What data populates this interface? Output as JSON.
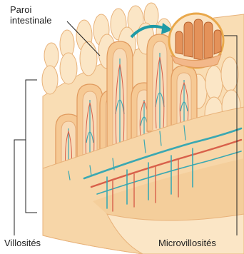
{
  "labels": {
    "paroi_line1": "Paroi",
    "paroi_line2": "intestinale",
    "villosites": "Villosités",
    "microvillosites": "Microvillosités"
  },
  "colors": {
    "tissue_fill": "#f6cf9b",
    "tissue_light": "#fbe3c2",
    "tissue_edge": "#e5a86c",
    "villus_inner": "#f3b88a",
    "capillary_blue": "#3aa8b2",
    "capillary_red": "#d8604a",
    "magnifier_ring": "#e9a84b",
    "arrow_teal": "#1f9aa6",
    "leader_line": "#222222"
  }
}
